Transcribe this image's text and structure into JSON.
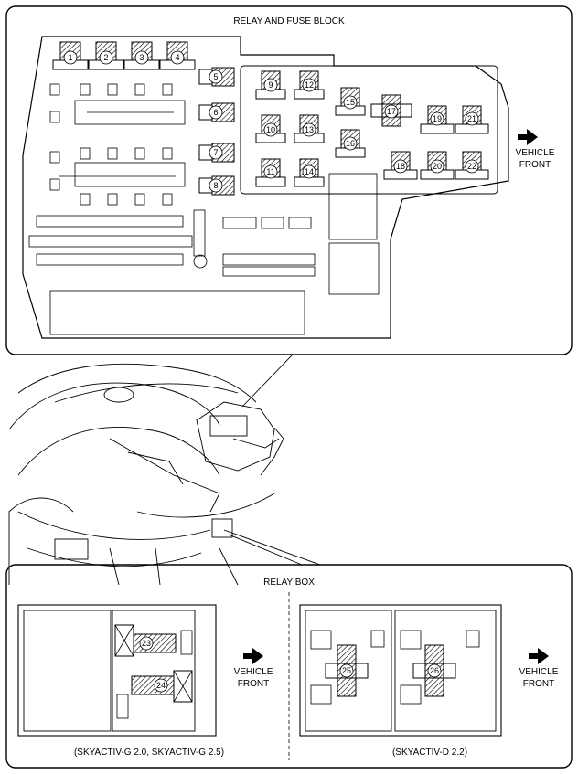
{
  "relay_fuse_block": {
    "title": "RELAY AND FUSE BLOCK",
    "front_label_line1": "VEHICLE",
    "front_label_line2": "FRONT",
    "relays": [
      "1",
      "2",
      "3",
      "4",
      "5",
      "6",
      "7",
      "8",
      "9",
      "10",
      "11",
      "12",
      "13",
      "14",
      "15",
      "16",
      "17",
      "18",
      "19",
      "20",
      "21",
      "22"
    ]
  },
  "relay_box": {
    "title": "RELAY BOX",
    "left_caption": "(SKYACTIV-G 2.0, SKYACTIV-G 2.5)",
    "right_caption": "(SKYACTIV-D 2.2)",
    "front_label_line1": "VEHICLE",
    "front_label_line2": "FRONT",
    "relays": [
      "23",
      "24",
      "25",
      "26"
    ]
  },
  "colors": {
    "line": "#000000",
    "hatch": "#000000",
    "background": "#ffffff"
  }
}
